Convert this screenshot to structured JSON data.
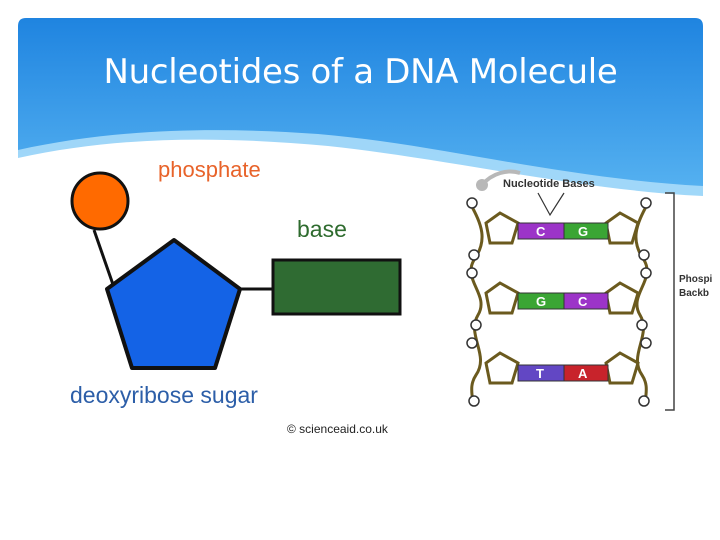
{
  "slide": {
    "title": "Nucleotides of a DNA Molecule"
  },
  "left_diagram": {
    "labels": {
      "phosphate": "phosphate",
      "base": "base",
      "sugar": "deoxyribose sugar"
    },
    "credit": "© scienceaid.co.uk",
    "colors": {
      "phosphate": "#ff6a00",
      "sugar": "#1463e6",
      "base": "#2f6b32",
      "phosphate_label": "#e8632a",
      "base_label": "#2e6b2e",
      "sugar_label": "#2c5ea8"
    }
  },
  "right_diagram": {
    "bases_label": "Nucleotide Bases",
    "backbone_label": "Phospi\nBackb",
    "pairs": [
      {
        "left": "C",
        "right": "G",
        "left_color": "#9c34c8",
        "right_color": "#3aa534"
      },
      {
        "left": "G",
        "right": "C",
        "left_color": "#3aa534",
        "right_color": "#9c34c8"
      },
      {
        "left": "T",
        "right": "A",
        "left_color": "#6247c4",
        "right_color": "#c8232b"
      }
    ],
    "backbone_color": "#6b5a1e"
  },
  "theme": {
    "header_blue": "#2b92e8",
    "header_light": "#8ccdf7"
  }
}
